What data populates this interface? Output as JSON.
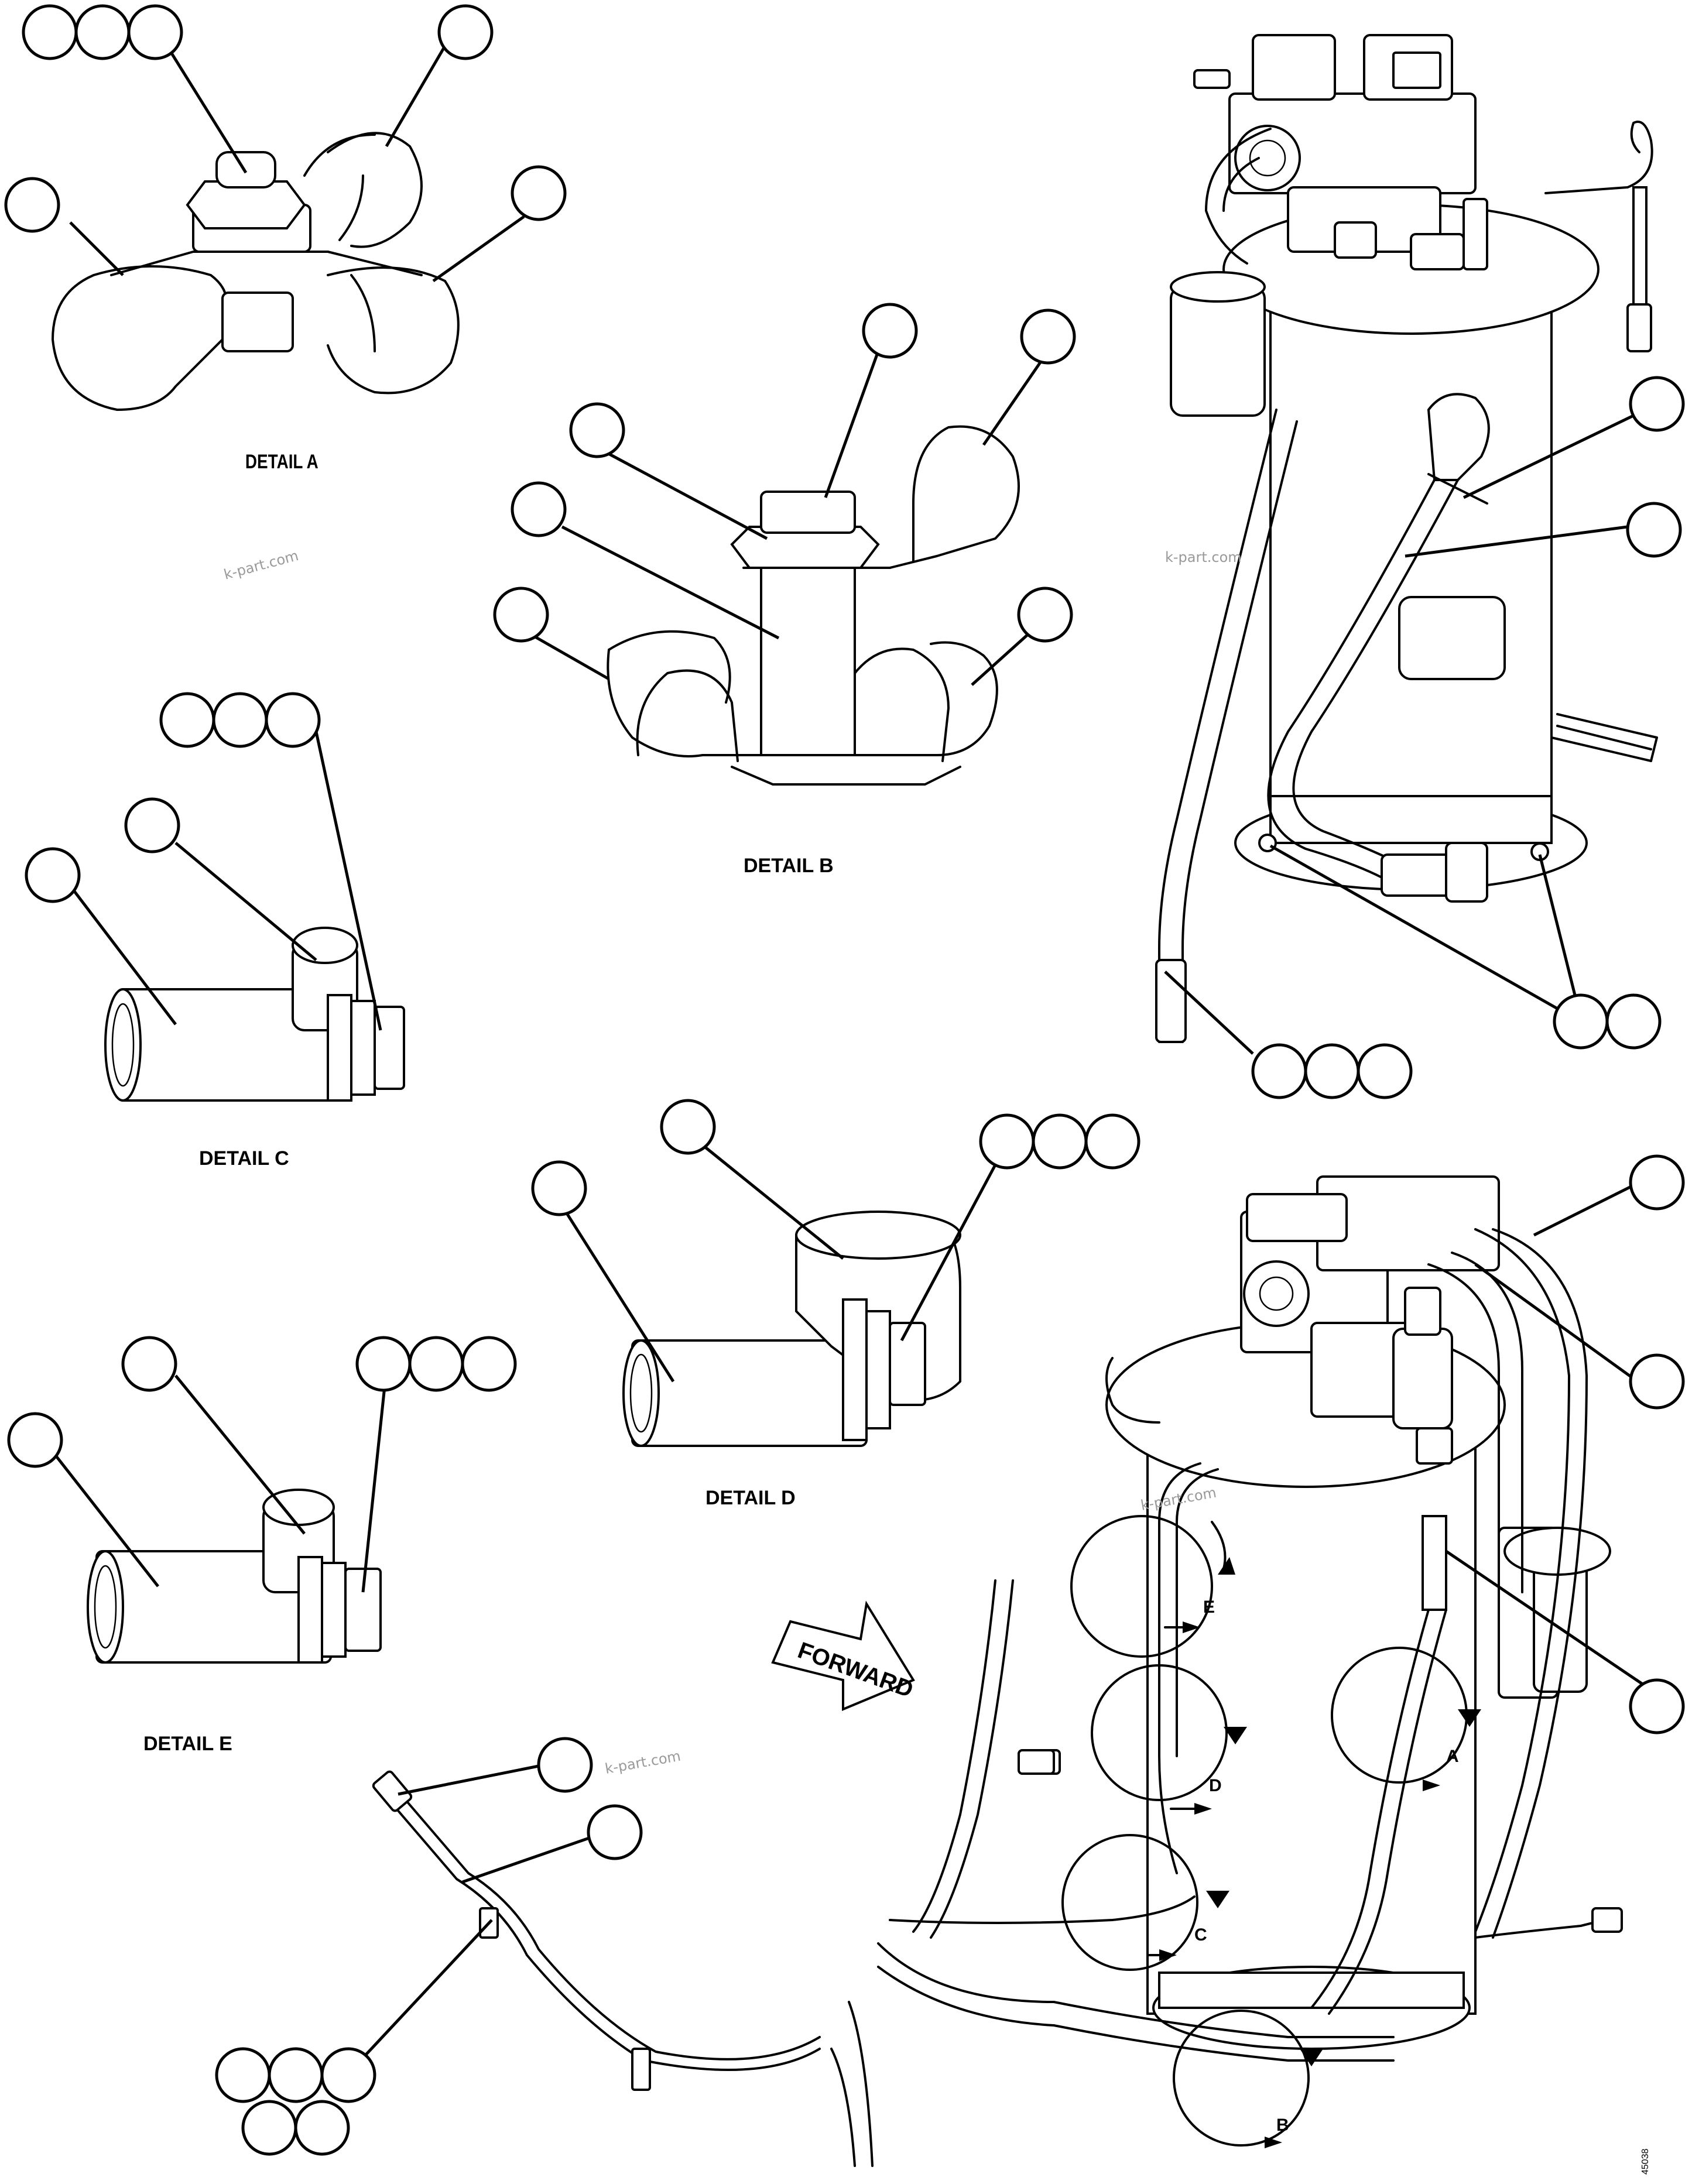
{
  "details": {
    "a": "DETAIL A",
    "b": "DETAIL B",
    "c": "DETAIL C",
    "d": "DETAIL D",
    "e": "DETAIL E"
  },
  "view_letters": {
    "a": "A",
    "b": "B",
    "c": "C",
    "d": "D",
    "e": "E"
  },
  "forward_label": "FORWARD",
  "watermark": "k-part.com",
  "figure_number": "45038"
}
